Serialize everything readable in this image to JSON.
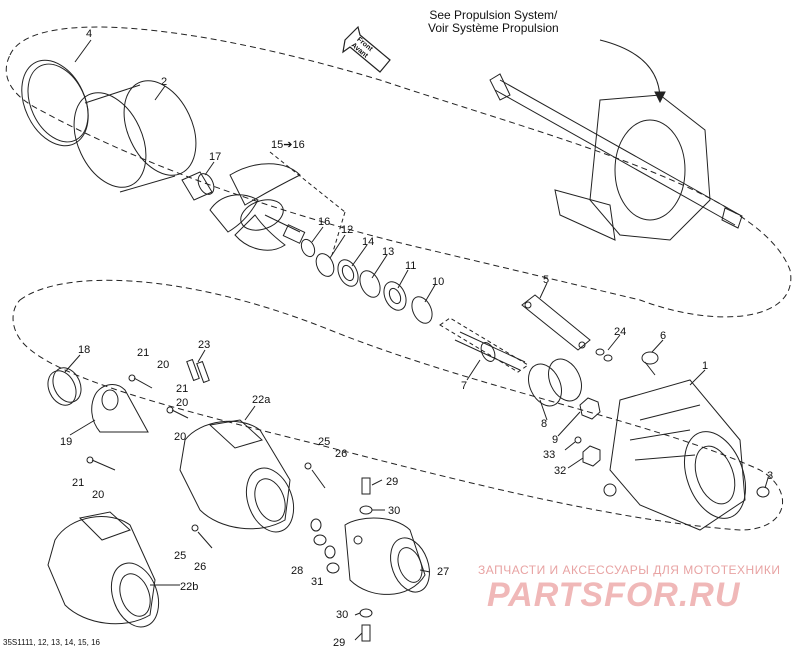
{
  "header_note": {
    "line1": "See Propulsion System/",
    "line2": "Voir Système Propulsion"
  },
  "front_indicator": {
    "line1": "Front",
    "line2": "Avant"
  },
  "callouts": {
    "c1": "1",
    "c2": "2",
    "c3": "3",
    "c4": "4",
    "c5": "5",
    "c6": "6",
    "c7": "7",
    "c8": "8",
    "c9": "9",
    "c10": "10",
    "c11": "11",
    "c12": "12",
    "c13": "13",
    "c14": "14",
    "c15_16": "15➔16",
    "c16": "16",
    "c17": "17",
    "c18": "18",
    "c19": "19",
    "c20a": "20",
    "c20b": "20",
    "c20c": "20",
    "c21a": "21",
    "c21b": "21",
    "c21c": "21",
    "c22a": "22a",
    "c22b": "22b",
    "c23": "23",
    "c24": "24",
    "c25a": "25",
    "c25b": "25",
    "c26a": "26",
    "c26b": "26",
    "c27": "27",
    "c28": "28",
    "c29a": "29",
    "c29b": "29",
    "c30a": "30",
    "c30b": "30",
    "c31": "31",
    "c32": "32",
    "c33": "33"
  },
  "footer_code": "35S1111, 12, 13, 14, 15, 16",
  "watermark": {
    "line": "ЗАПЧАСТИ И АКСЕССУАРЫ ДЛЯ МОТОТЕХНИКИ",
    "logo": "PARTSFOR.RU"
  }
}
